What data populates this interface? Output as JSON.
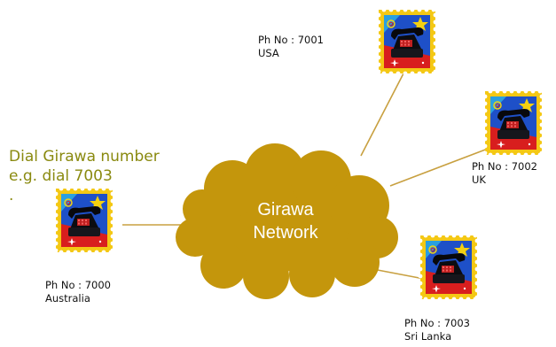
{
  "intro": {
    "line1": "Dial Girawa number",
    "line2": "e.g. dial 7003",
    "line3": "."
  },
  "network": {
    "line1": "Girawa",
    "line2": "Network",
    "cloud_color": "#c4960c",
    "link_color": "#c8a040"
  },
  "phones": {
    "usa": {
      "number": "Ph No : 7001",
      "country": "USA"
    },
    "uk": {
      "number": "Ph No : 7002",
      "country": "UK"
    },
    "australia": {
      "number": "Ph No : 7000",
      "country": "Australia"
    },
    "srilanka": {
      "number": "Ph No : 7003",
      "country": "Sri Lanka"
    }
  },
  "stamp": {
    "icon": "telephone-stamp-icon",
    "border_color": "#f2c814",
    "background_color": "#1e50c8",
    "accent_color": "#e02020"
  }
}
